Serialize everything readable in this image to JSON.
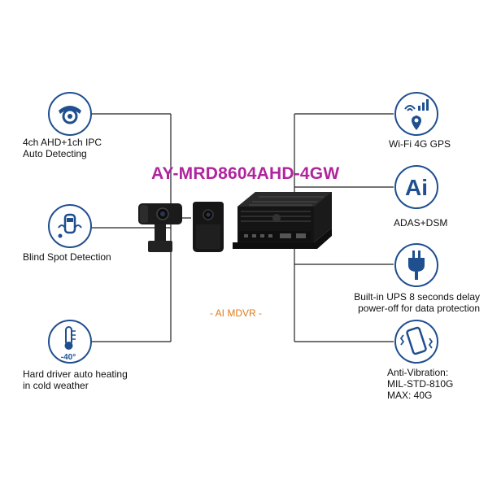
{
  "product": {
    "model": "AY-MRD8604AHD-4GW",
    "subtitle": "- AI MDVR -"
  },
  "features_left": [
    {
      "icon": "camera-dome-icon",
      "lines": [
        "4ch AHD+1ch IPC",
        "Auto Detecting"
      ]
    },
    {
      "icon": "blind-spot-car-icon",
      "lines": [
        "Blind Spot Detection"
      ]
    },
    {
      "icon": "thermometer-icon",
      "icon_text": "-40°",
      "lines": [
        "Hard driver auto heating",
        "in cold weather"
      ]
    }
  ],
  "features_right": [
    {
      "icon": "wifi-gps-icon",
      "lines": [
        "Wi-Fi 4G GPS"
      ]
    },
    {
      "icon": "ai-icon",
      "icon_text": "Ai",
      "lines": [
        "ADAS+DSM"
      ]
    },
    {
      "icon": "power-plug-icon",
      "lines": [
        "Built-in UPS 8 seconds delay",
        "power-off for data protection"
      ]
    },
    {
      "icon": "vibration-phone-icon",
      "lines": [
        "Anti-Vibration:",
        "MIL-STD-810G",
        "MAX: 40G"
      ]
    }
  ],
  "colors": {
    "title": "#b0249d",
    "subtitle": "#e07b18",
    "icon_blue": "#1f4f8f",
    "line": "#222222"
  }
}
